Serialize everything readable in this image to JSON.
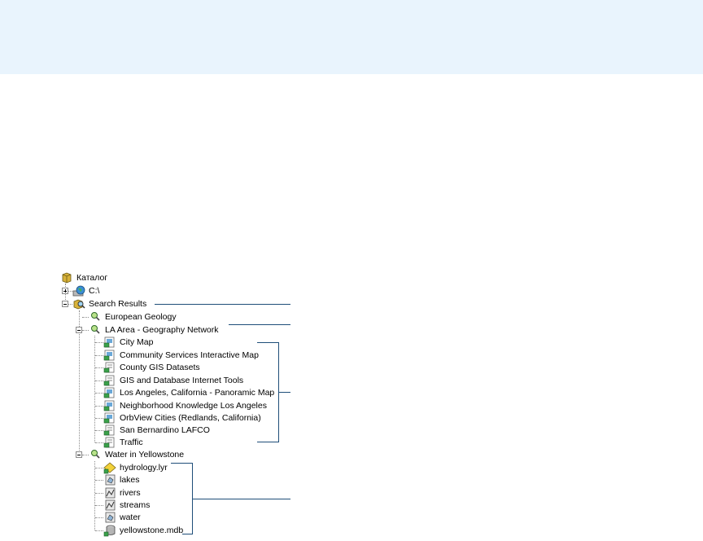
{
  "tree": {
    "root": {
      "label": "Каталог",
      "icon": "catalog-icon"
    },
    "drive": {
      "label": "C:\\",
      "icon": "drive-globe-icon"
    },
    "search_results": {
      "label": "Search Results",
      "icon": "search-results-icon"
    },
    "searches": [
      {
        "label": "European Geology",
        "icon": "magnifier-icon"
      },
      {
        "label": "LA Area - Geography Network",
        "icon": "magnifier-icon"
      },
      {
        "label": "Water in Yellowstone",
        "icon": "magnifier-icon"
      }
    ],
    "la_results": [
      "City Map",
      "Community Services Interactive Map",
      "County GIS Datasets",
      "GIS and Database Internet Tools",
      "Los Angeles, California - Panoramic Map",
      "Neighborhood Knowledge Los Angeles",
      "OrbView Cities (Redlands, California)",
      "San Bernardino LAFCO",
      "Traffic"
    ],
    "yellowstone_results": [
      {
        "label": "hydrology.lyr",
        "icon": "layer-file-icon"
      },
      {
        "label": "lakes",
        "icon": "polygon-featureclass-icon"
      },
      {
        "label": "rivers",
        "icon": "line-featureclass-icon"
      },
      {
        "label": "streams",
        "icon": "line-featureclass-icon"
      },
      {
        "label": "water",
        "icon": "polygon-featureclass-icon"
      },
      {
        "label": "yellowstone.mdb",
        "icon": "geodatabase-icon"
      }
    ]
  },
  "colors": {
    "banner": "#e9f4fd",
    "callout": "#1f4e79"
  }
}
